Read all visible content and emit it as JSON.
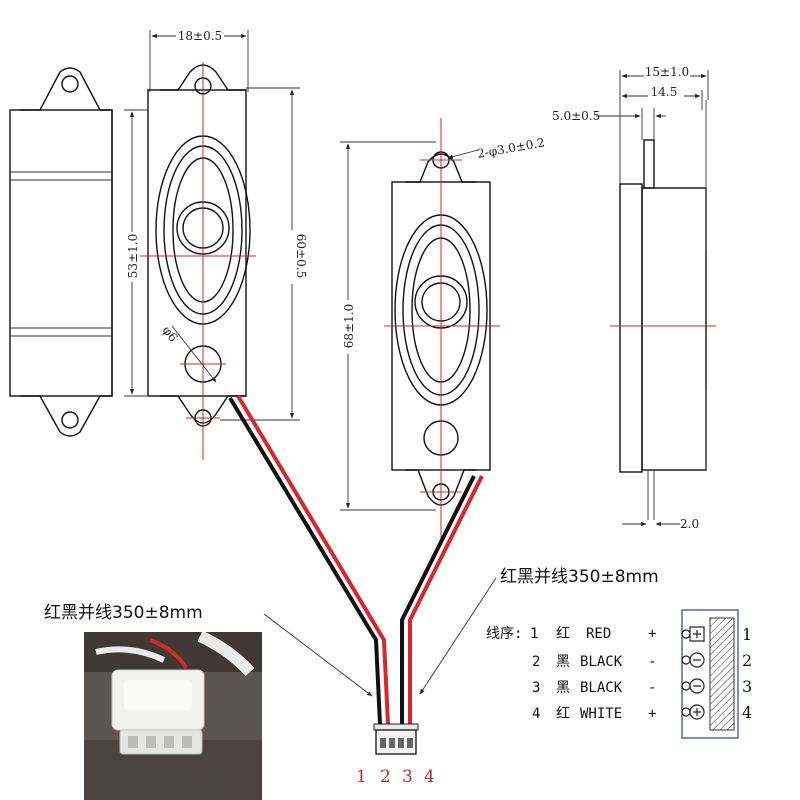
{
  "dimensions": {
    "front_width": "18±0.5",
    "front_height_inner": "53±1.0",
    "front_height_outer": "60±0.5",
    "center_hole": "φ6",
    "front_total": "68±1.0",
    "mount_holes": "2-φ3.0±0.2",
    "side_total": "15±1.0",
    "side_body": "14.5",
    "side_offset": "5.0±0.5",
    "side_tab": "2.0"
  },
  "wire_labels": {
    "right": "红黑并线350±8mm",
    "left": "红黑并线350±8mm"
  },
  "connector_pins": [
    "1",
    "2",
    "3",
    "4"
  ],
  "wire_table": {
    "title": "线序:",
    "rows": [
      {
        "num": "1",
        "cn": "红",
        "en": "RED",
        "sign": "+"
      },
      {
        "num": "2",
        "cn": "黑",
        "en": "BLACK",
        "sign": "-"
      },
      {
        "num": "3",
        "cn": "黑",
        "en": "BLACK",
        "sign": "-"
      },
      {
        "num": "4",
        "cn": "红",
        "en": "WHITE",
        "sign": "+"
      }
    ],
    "pin_numbers": [
      "1",
      "2",
      "3",
      "4"
    ]
  },
  "colors": {
    "wire_red": "#d8262b",
    "wire_black": "#111111",
    "center_line": "#d8262b"
  }
}
